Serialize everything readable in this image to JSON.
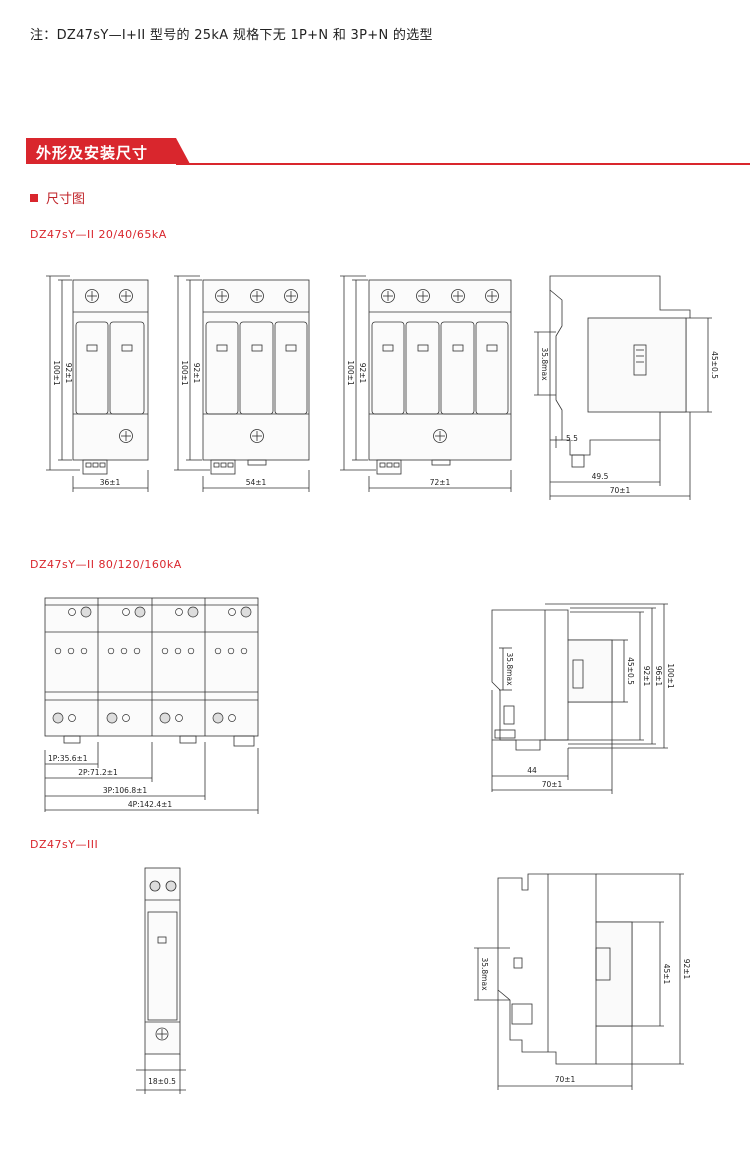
{
  "note": "注：DZ47sY—I+II 型号的 25kA 规格下无 1P+N 和 3P+N 的选型",
  "section": {
    "title": "外形及安装尺寸"
  },
  "subheading": "尺寸图",
  "models": {
    "m1": "DZ47sY—II 20/40/65kA",
    "m2": "DZ47sY—II 80/120/160kA",
    "m3": "DZ47sY—III"
  },
  "dims_row1": {
    "h100": "100±1",
    "h92": "92±1",
    "w36": "36±1",
    "w54": "54±1",
    "w72": "72±1",
    "side_358": "35.8max",
    "side_45": "45±0.5",
    "side_55": "5.5",
    "side_495": "49.5",
    "side_70": "70±1"
  },
  "dims_row2": {
    "p1": "1P:35.6±1",
    "p2": "2P:71.2±1",
    "p3": "3P:106.8±1",
    "p4": "4P:142.4±1",
    "side_358": "35.8max",
    "side_45": "45±0.5",
    "side_92": "92±1",
    "side_96": "96±1",
    "side_100": "100±1",
    "side_44": "44",
    "side_70": "70±1"
  },
  "dims_row3": {
    "w18": "18±0.5",
    "side_358": "35.8max",
    "side_45": "45±1",
    "side_92": "92±1",
    "side_70": "70±1"
  }
}
